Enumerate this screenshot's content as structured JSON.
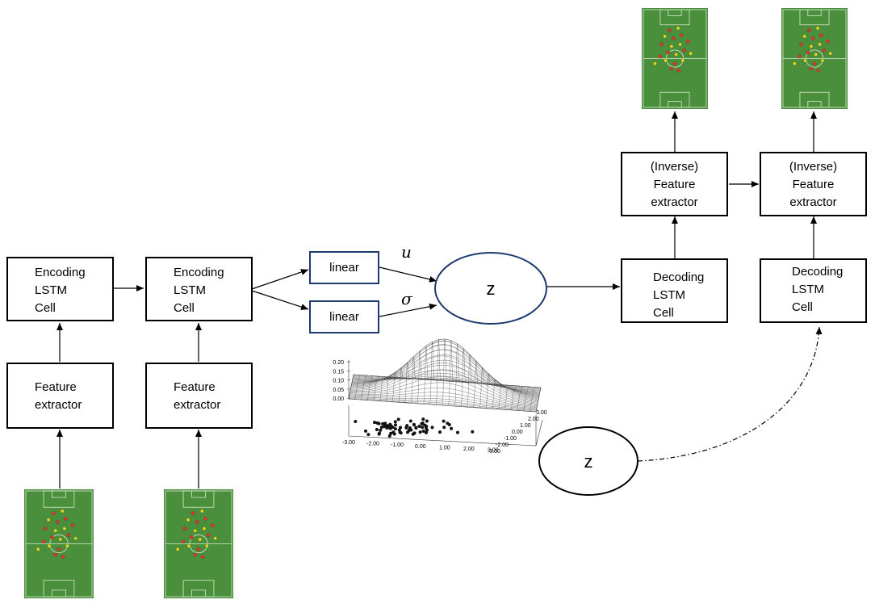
{
  "encoder": {
    "cell1": "Encoding\nLSTM\nCell",
    "cell2": "Encoding\nLSTM\nCell",
    "feat1": "Feature\nextractor",
    "feat2": "Feature\nextractor"
  },
  "latent": {
    "linear_mu": "linear",
    "linear_sigma": "linear",
    "mu_symbol": "u",
    "sigma_symbol": "σ",
    "z_main": "z",
    "z_sample": "z"
  },
  "decoder": {
    "cell1": "Decoding\nLSTM\nCell",
    "cell2": "Decoding\nLSTM\nCell",
    "inv1": "(Inverse)\nFeature\nextractor",
    "inv2": "(Inverse)\nFeature\nextractor"
  },
  "gaussian_plot": {
    "z_ticks": [
      "0.20",
      "0.15",
      "0.10",
      "0.05",
      "0.00"
    ],
    "x_ticks": [
      "-3.00",
      "-2.00",
      "-1.00",
      "0.00",
      "1.00",
      "2.00",
      "3.00"
    ],
    "y_ticks": [
      "-3.00",
      "-2.00",
      "-1.00",
      "0.00",
      "1.00",
      "2.00",
      "3.00"
    ]
  },
  "colors": {
    "pitch_green": "#4a8f3c",
    "pitch_line": "#d8e8d0",
    "linear_border": "#1f3a6e",
    "player_red": "#e03a2a",
    "player_yellow": "#d8d820"
  }
}
